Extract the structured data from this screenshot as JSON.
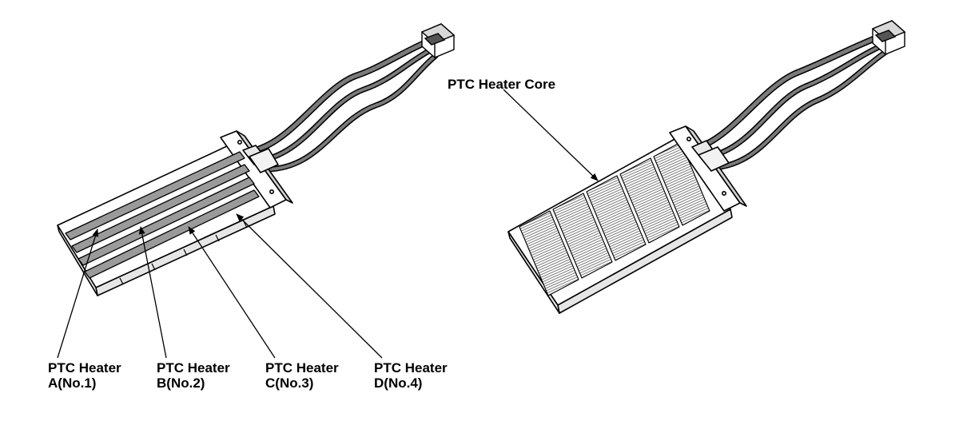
{
  "labels": {
    "heater_a": {
      "line1": "PTC Heater",
      "line2": "A(No.1)"
    },
    "heater_b": {
      "line1": "PTC Heater",
      "line2": "B(No.2)"
    },
    "heater_c": {
      "line1": "PTC Heater",
      "line2": "C(No.3)"
    },
    "heater_d": {
      "line1": "PTC Heater",
      "line2": "D(No.4)"
    },
    "heater_core": "PTC Heater Core"
  },
  "colors": {
    "stroke": "#000000",
    "body": "#ffffff",
    "heater_strip": "#9a9a9a",
    "wire": "#6e6e6e",
    "core_texture": "#7a7a7a"
  }
}
